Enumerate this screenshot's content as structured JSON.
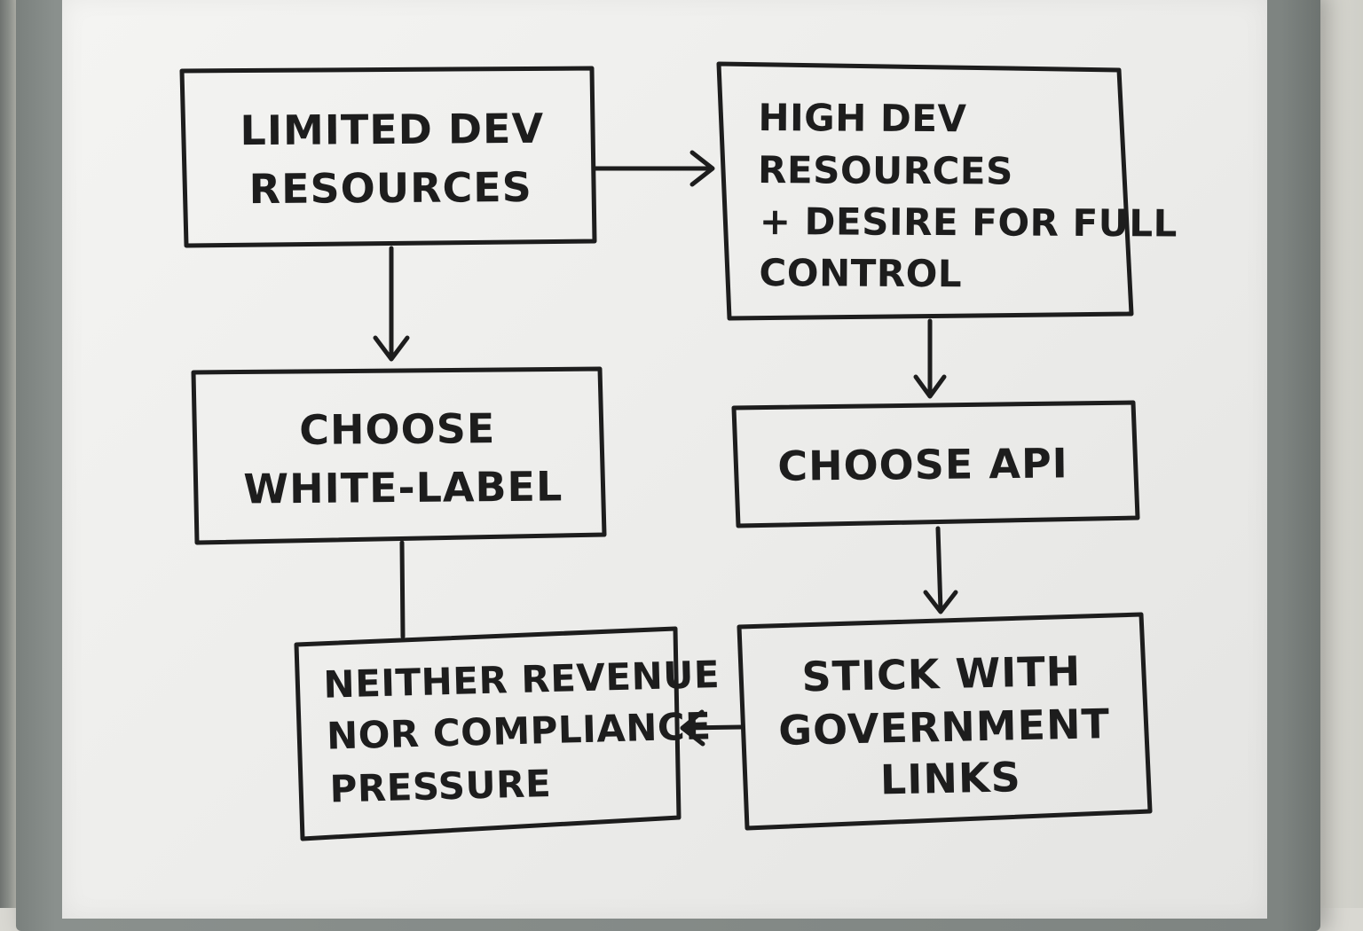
{
  "diagram": {
    "nodes": [
      {
        "id": "limited",
        "lines": [
          "LIMITED DEV",
          "RESOURCES"
        ]
      },
      {
        "id": "high",
        "lines": [
          "HIGH DEV",
          "RESOURCES",
          "+ DESIRE FOR FULL",
          "CONTROL"
        ]
      },
      {
        "id": "whitelabel",
        "lines": [
          "CHOOSE",
          "WHITE-LABEL"
        ]
      },
      {
        "id": "api",
        "lines": [
          "CHOOSE API"
        ]
      },
      {
        "id": "neither",
        "lines": [
          "NEITHER REVENUE",
          "NOR COMPLIANCE",
          "PRESSURE"
        ]
      },
      {
        "id": "stick",
        "lines": [
          "STICK WITH",
          "GOVERNMENT",
          "LINKS"
        ]
      }
    ],
    "edges": [
      {
        "from": "limited",
        "to": "high",
        "arrow": true
      },
      {
        "from": "limited",
        "to": "whitelabel",
        "arrow": true
      },
      {
        "from": "high",
        "to": "api",
        "arrow": true
      },
      {
        "from": "api",
        "to": "stick",
        "arrow": true
      },
      {
        "from": "whitelabel",
        "to": "neither",
        "arrow": false
      },
      {
        "from": "stick",
        "to": "neither",
        "arrow": true
      }
    ]
  }
}
